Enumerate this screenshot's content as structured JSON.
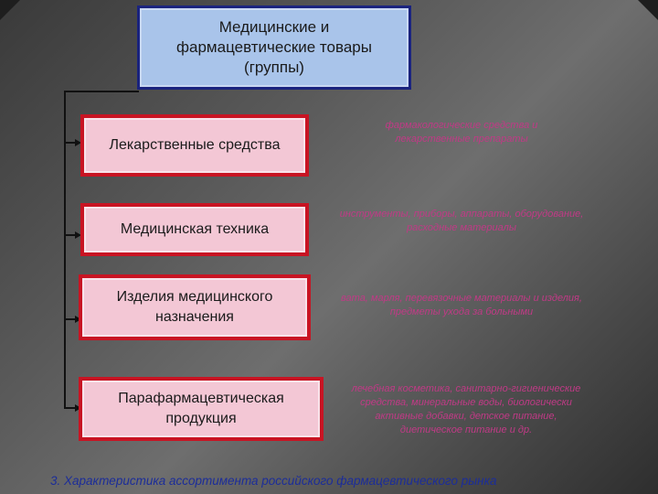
{
  "root": {
    "title": "Медицинские и фармацевтические товары (группы)"
  },
  "categories": [
    {
      "label": "Лекарственные средства",
      "description": "фармакологические средства и лекарственные препараты"
    },
    {
      "label": "Медицинская техника",
      "description": "инструменты, приборы, аппараты, оборудование, расходные материалы"
    },
    {
      "label": "Изделия медицинского назначения",
      "description": "вата, марля, перевязочные материалы и изделия, предметы ухода за больными"
    },
    {
      "label": "Парафармацевтическая продукция",
      "description": "лечебная косметика, санитарно-гигиенические средства, минеральные воды, биологически активные добавки, детское питание, диетическое питание и др."
    }
  ],
  "footer": {
    "caption": "3. Характеристика ассортимента российского фармацевтического рынка"
  },
  "colors": {
    "root_fill": "#a9c4ea",
    "root_border": "#1a237e",
    "category_fill": "#f3c7d5",
    "category_border": "#c81423",
    "description_text": "#c03a86",
    "footer_text": "#1c2d99"
  }
}
